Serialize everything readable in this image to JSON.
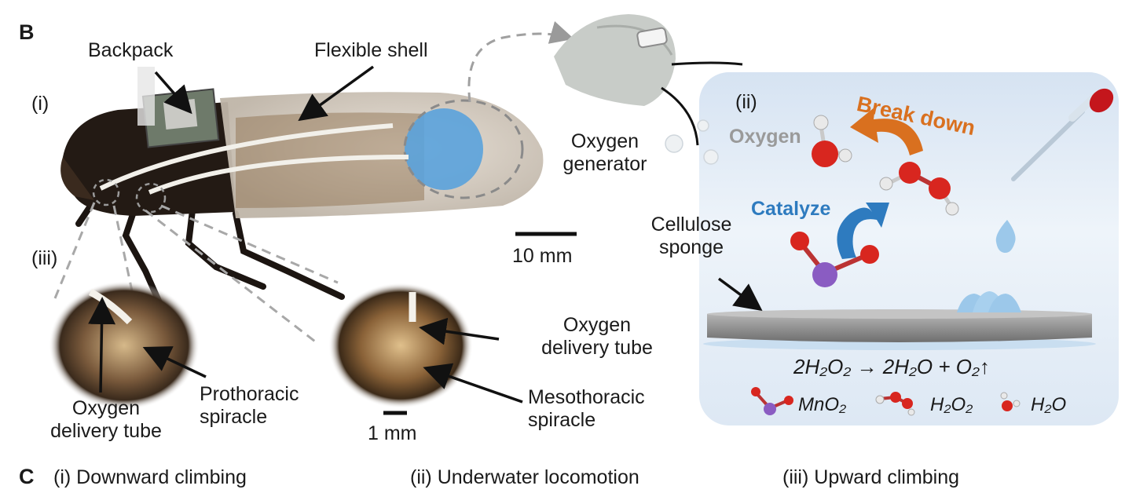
{
  "panel_b": {
    "letter": "B",
    "labels": {
      "backpack": "Backpack",
      "flexible_shell": "Flexible shell",
      "roman_i": "(i)",
      "roman_iii": "(iii)",
      "oxygen_generator": [
        "Oxygen",
        "generator"
      ],
      "scale_bar_large": "10 mm",
      "scale_bar_small": "1 mm",
      "oxygen_delivery_tube_left": [
        "Oxygen",
        "delivery tube"
      ],
      "prothoracic_spiracle": [
        "Prothoracic",
        "spiracle"
      ],
      "oxygen_delivery_tube_right": [
        "Oxygen",
        "delivery tube"
      ],
      "mesothoracic_spiracle": [
        "Mesothoracic",
        "spiracle"
      ]
    },
    "inset": {
      "roman_ii": "(ii)",
      "oxygen": "Oxygen",
      "break_down": "Break down",
      "catalyze": "Catalyze",
      "cellulose_sponge": [
        "Cellulose",
        "sponge"
      ],
      "equation": "2H₂O₂ → 2H₂O + O₂↑",
      "legend": [
        "MnO₂",
        "H₂O₂",
        "H₂O"
      ]
    }
  },
  "panel_c": {
    "letter": "C",
    "items": [
      "(i) Downward climbing",
      "(ii) Underwater locomotion",
      "(iii) Upward climbing"
    ]
  },
  "colors": {
    "oxygen_atom": "#d8261f",
    "hydrogen_atom": "#e9e9e9",
    "manganese_atom": "#8a5cc2",
    "break_down_arrow": "#d9701f",
    "catalyze_arrow": "#2e7bbf",
    "inset_background": "#e3ecf6"
  }
}
